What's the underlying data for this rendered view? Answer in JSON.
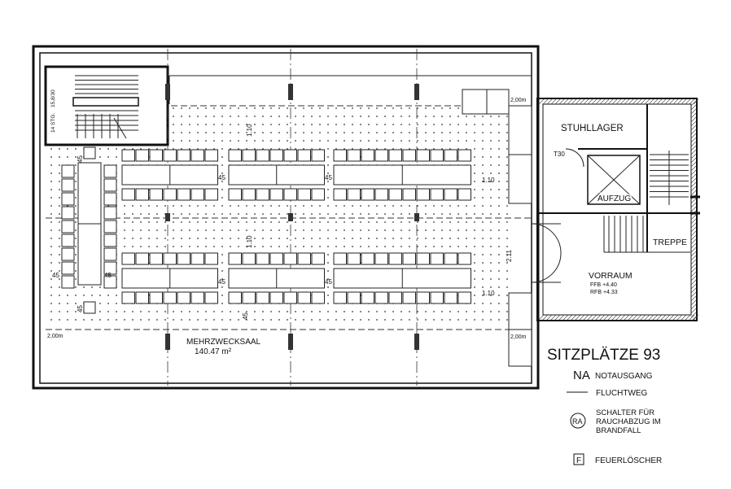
{
  "rooms": {
    "hall_name": "MEHRZWECKSAAL",
    "hall_area": "140.47 m²",
    "storage": "STUHLLAGER",
    "elevator": "AUFZUG",
    "stairs": "TREPPE",
    "anteroom": "VORRAUM",
    "ffb": "FFB  +4.40",
    "rfb": "RFB  +4.33",
    "door_rating": "T30",
    "stair_steps": "14 STG.",
    "stair_size": "15,8/30"
  },
  "dimensions": {
    "d45": "45",
    "d110": "1.10",
    "d211": "2.11",
    "d200m": "2,00m"
  },
  "legend": {
    "title": "SITZPLÄTZE 93",
    "na_symbol": "NA",
    "na_label": "NOTAUSGANG",
    "escape_label": "FLUCHTWEG",
    "ra_symbol": "RA",
    "ra_label_1": "SCHALTER FÜR",
    "ra_label_2": "RAUCHABZUG IM",
    "ra_label_3": "BRANDFALL",
    "f_symbol": "F",
    "f_label": "FEUERLÖSCHER"
  }
}
